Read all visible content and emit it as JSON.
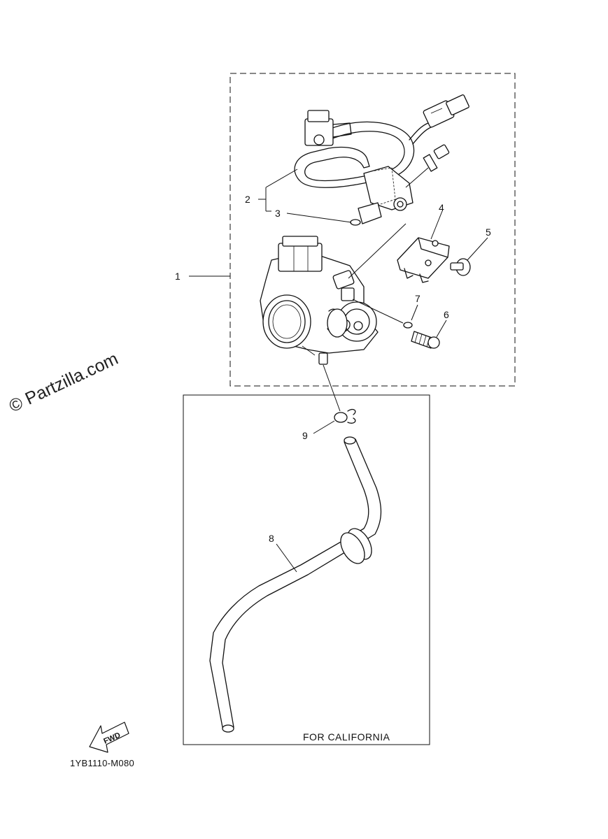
{
  "diagram": {
    "callouts": [
      {
        "id": "callout-1",
        "text": "1"
      },
      {
        "id": "callout-2",
        "text": "2"
      },
      {
        "id": "callout-3",
        "text": "3"
      },
      {
        "id": "callout-4",
        "text": "4"
      },
      {
        "id": "callout-5",
        "text": "5"
      },
      {
        "id": "callout-6",
        "text": "6"
      },
      {
        "id": "callout-7",
        "text": "7"
      },
      {
        "id": "callout-8",
        "text": "8"
      },
      {
        "id": "callout-9",
        "text": "9"
      }
    ],
    "california_caption": "FOR CALIFORNIA",
    "diagram_code": "1YB1110-M080",
    "watermark": "© Partzilla.com",
    "fwd_label": "FWD"
  }
}
